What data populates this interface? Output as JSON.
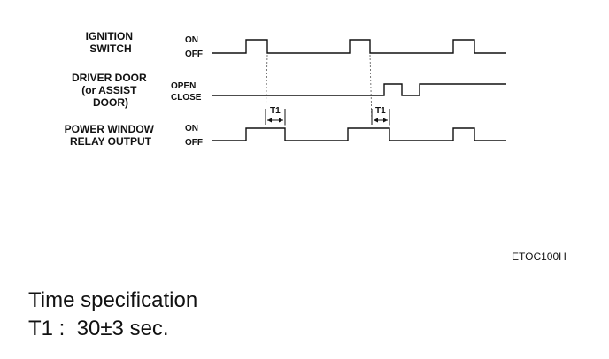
{
  "signals": [
    {
      "name_lines": [
        "IGNITION",
        "SWITCH"
      ],
      "high_label": "ON",
      "low_label": "OFF"
    },
    {
      "name_lines": [
        "DRIVER DOOR",
        "(or ASSIST",
        "DOOR)"
      ],
      "high_label": "OPEN",
      "low_label": "CLOSE"
    },
    {
      "name_lines": [
        "POWER WINDOW",
        "RELAY OUTPUT"
      ],
      "high_label": "ON",
      "low_label": "OFF"
    }
  ],
  "interval_label": "T1",
  "figure_code": "ETOC100H",
  "spec": {
    "title": "Time specification",
    "line": "T1 :  30±3 sec."
  }
}
